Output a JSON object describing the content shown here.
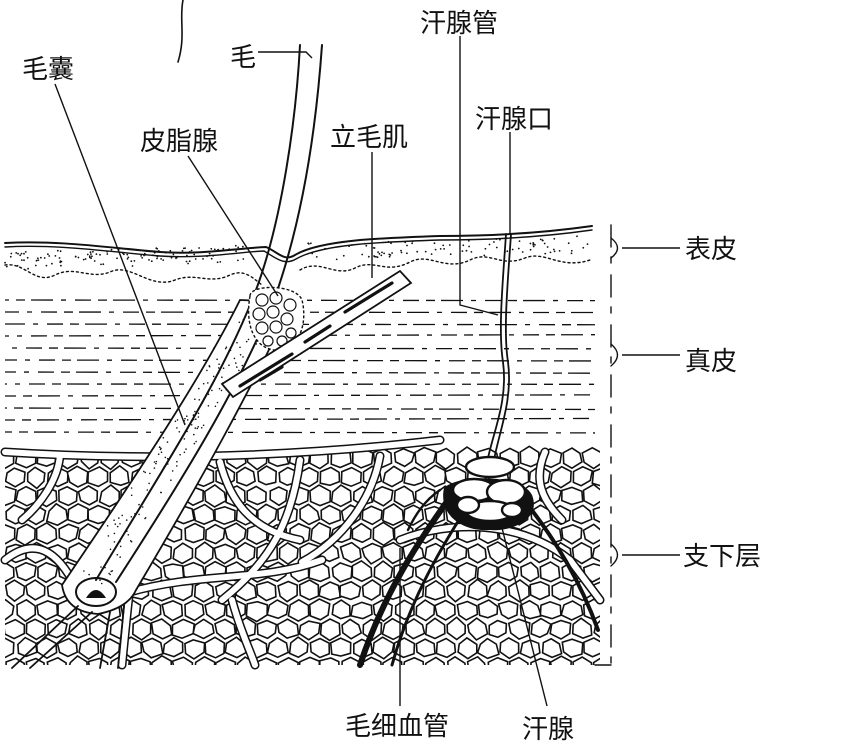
{
  "labels": {
    "hair_follicle": "毛囊",
    "hair": "毛",
    "sweat_duct": "汗腺管",
    "sebaceous_gland": "皮脂腺",
    "arrector_pili": "立毛肌",
    "sweat_pore": "汗腺口",
    "epidermis": "表皮",
    "dermis": "真皮",
    "subcutaneous": "支下层",
    "capillary": "毛细血管",
    "sweat_gland": "汗腺"
  }
}
